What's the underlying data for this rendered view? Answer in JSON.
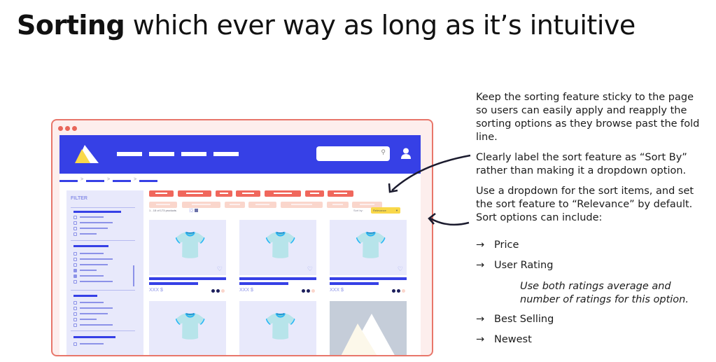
{
  "heading": {
    "bold": "Sorting",
    "rest": "which ever way as long as it’s intuitive"
  },
  "mockup": {
    "filter_label": "FILTER",
    "results_count": "1 - 15 of 173 products",
    "sort_label": "Sort by:",
    "sort_value": "Relevance",
    "price_label": "XXX $",
    "colors": {
      "brand": "#3640e6",
      "chip": "#f0675c",
      "chip_light": "#fad6cc",
      "sort": "#f9d84a"
    }
  },
  "notes": {
    "p1": "Keep the sorting feature sticky to the page so users can easily apply and reapply the sorting options as they browse past the fold line.",
    "p2": "Clearly label the sort feature as “Sort By” rather than making it a dropdown option.",
    "p3": "Use a dropdown for the sort items, and set the sort feature to “Relevance” by default. Sort options can include:",
    "options": [
      "Price",
      "User Rating",
      "Best Selling",
      "Newest"
    ],
    "rating_note": "Use both ratings average and number of ratings for this option."
  }
}
